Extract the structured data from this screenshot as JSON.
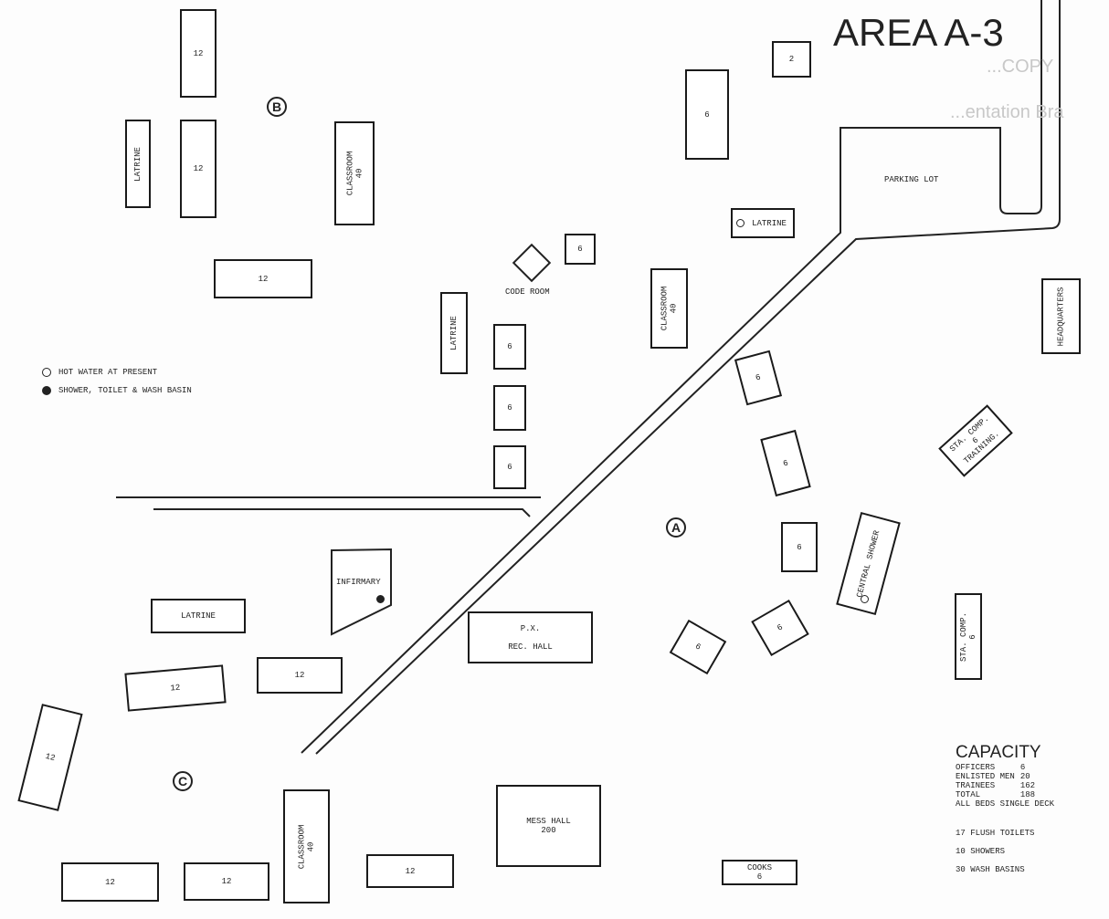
{
  "title": "AREA A-3",
  "faint_stamp": [
    "...COPY",
    "...entation Bra"
  ],
  "zones": {
    "a": "A",
    "b": "B",
    "c": "C"
  },
  "legend": {
    "hot_water": "HOT WATER AT PRESENT",
    "shower": "SHOWER, TOILET & WASH BASIN"
  },
  "parking_lot": "PARKING LOT",
  "code_room": "CODE ROOM",
  "buildings": {
    "b12a": "12",
    "latrine_b": "LATRINE",
    "b12b": "12",
    "classroom_b": "CLASSROOM\n40",
    "b12c": "12",
    "b6_top": "6",
    "b2": "2",
    "latrine_top": "LATRINE",
    "b6_small": "6",
    "latrine_mid": "LATRINE",
    "b6_r1": "6",
    "b6_r2": "6",
    "b6_r3": "6",
    "classroom_mid": "CLASSROOM\n40",
    "hq": "HEADQUARTERS",
    "b6_a1": "6",
    "b6_a2": "6",
    "sta_training": "STA. COMP.\n6\nTRAINING.",
    "b6_a3": "6",
    "central_shower": "CENTRAL SHOWER",
    "sta_comp": "STA. COMP.\n6",
    "b6_a4": "6",
    "b6_a5": "6",
    "infirmary": "INFIRMARY",
    "latrine_c": "LATRINE",
    "px": "P.X.\n\nREC. HALL",
    "b12_c1": "12",
    "b12_c2": "12",
    "b12_c3": "12",
    "classroom_c": "CLASSROOM\n40",
    "mess_hall": "MESS HALL\n200",
    "b12_c4": "12",
    "b12_c5": "12",
    "b12_c6": "12",
    "cooks": "COOKS\n6"
  },
  "capacity": {
    "heading": "CAPACITY",
    "rows": [
      {
        "label": "OFFICERS",
        "value": "6"
      },
      {
        "label": "ENLISTED MEN",
        "value": "20"
      },
      {
        "label": "TRAINEES",
        "value": "162"
      },
      {
        "label": "TOTAL",
        "value": "188"
      }
    ],
    "note": "ALL BEDS SINGLE DECK",
    "facilities": [
      "17 FLUSH TOILETS",
      "10 SHOWERS",
      "30 WASH BASINS"
    ]
  }
}
